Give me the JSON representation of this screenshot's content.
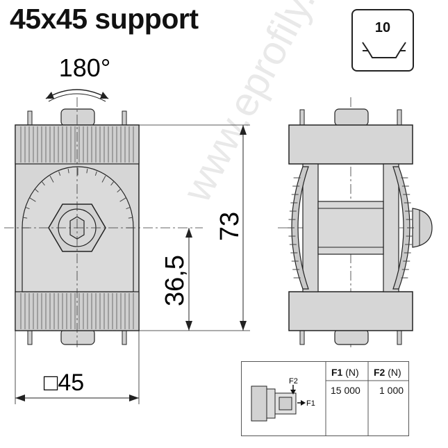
{
  "title": "45x45 support",
  "slot_badge": {
    "number": "10"
  },
  "front_view": {
    "rotation_label": "180°",
    "dim_height": "73",
    "dim_half": "36,5",
    "dim_width": "□45"
  },
  "load_table": {
    "headers": [
      {
        "label": "F1",
        "unit": " (N)"
      },
      {
        "label": "F2",
        "unit": " (N)"
      }
    ],
    "values": [
      "15 000",
      "1 000"
    ],
    "diagram_labels": {
      "f1": "F1",
      "f2": "F2"
    }
  },
  "watermark": "www.eprofily.cz"
}
